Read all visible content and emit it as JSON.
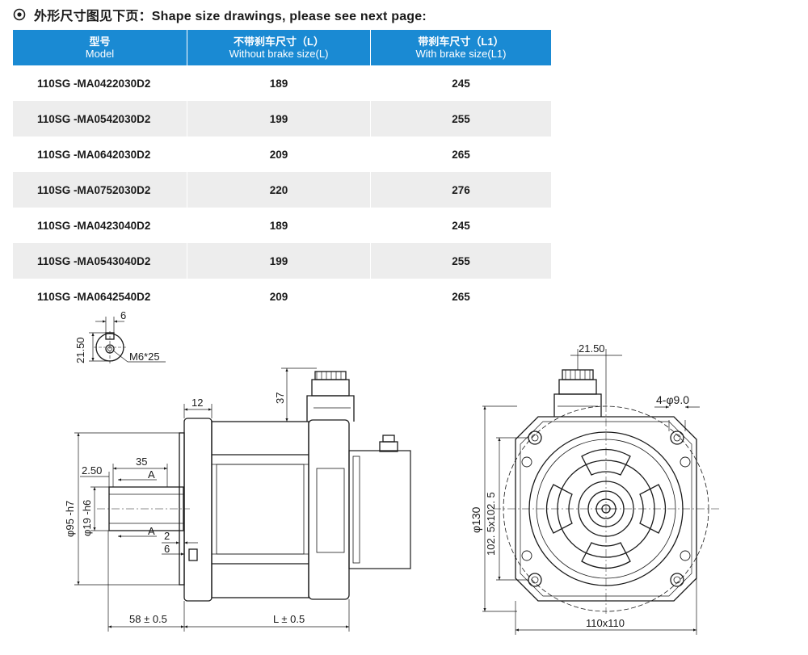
{
  "heading": {
    "icon": "target-bullet-icon",
    "text": "外形尺寸图见下页：Shape size drawings, please see next page:"
  },
  "table": {
    "headers": [
      {
        "zh": "型号",
        "en": "Model"
      },
      {
        "zh": "不带刹车尺寸（L）",
        "en": "Without brake size(L)"
      },
      {
        "zh": "带刹车尺寸（L1）",
        "en": "With brake size(L1)"
      }
    ],
    "rows": [
      {
        "model": "110SG -MA0422030D2",
        "l": "189",
        "l1": "245"
      },
      {
        "model": "110SG -MA0542030D2",
        "l": "199",
        "l1": "255"
      },
      {
        "model": "110SG -MA0642030D2",
        "l": "209",
        "l1": "265"
      },
      {
        "model": "110SG -MA0752030D2",
        "l": "220",
        "l1": "276"
      },
      {
        "model": "110SG -MA0423040D2",
        "l": "189",
        "l1": "245"
      },
      {
        "model": "110SG -MA0543040D2",
        "l": "199",
        "l1": "255"
      },
      {
        "model": "110SG -MA0642540D2",
        "l": "209",
        "l1": "265"
      }
    ],
    "header_color": "#1a8ad3",
    "stripe_color": "#ededed"
  },
  "drawing": {
    "shaft_section": {
      "key_width": "6",
      "key_depth": "21.50",
      "thread": "M6*25"
    },
    "side_view": {
      "connector_height": "37",
      "flange_thickness": "12",
      "key_length": "35",
      "key_offset": "2.50",
      "section_mark": "A",
      "pilot_diameter": "φ95 -h7",
      "shaft_diameter": "φ19 -h6",
      "pilot_depth": "2",
      "flange_depth": "6",
      "shaft_length": "58 ± 0.5",
      "body_length": "L ± 0.5"
    },
    "front_view": {
      "connector_offset": "21.50",
      "mount_holes": "4-φ9.0",
      "bolt_circle": "φ130",
      "hole_spacing": "102. 5x102. 5",
      "flange_size": "110x110"
    }
  }
}
